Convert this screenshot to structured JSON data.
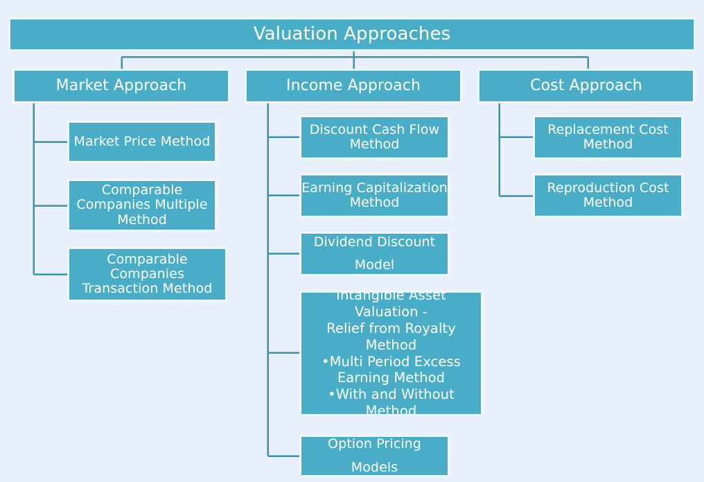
{
  "diagram": {
    "title": "Valuation Approaches",
    "colors": {
      "background": "#e8f0fb",
      "node_fill": "#4aadc8",
      "node_text": "#ffffff",
      "node_border": "#f2f7fd",
      "connector": "#3b92ab"
    },
    "root": {
      "label": "Valuation Approaches"
    },
    "branches": [
      {
        "label": "Market Approach",
        "children": [
          {
            "label": "Market Price Method"
          },
          {
            "label": "Comparable\nCompanies Multiple\nMethod"
          },
          {
            "label": "Comparable Companies\nTransaction Method"
          }
        ]
      },
      {
        "label": "Income Approach",
        "children": [
          {
            "label": "Discount Cash Flow\nMethod"
          },
          {
            "label": "Earning Capitalization\nMethod"
          },
          {
            "label": "Dividend Discount\nModel"
          },
          {
            "label": "Intangible Asset Valuation -\nRelief from Royalty Method\n•Multi Period Excess\nEarning Method\n•With and Without Method"
          },
          {
            "label": "Option Pricing\nModels"
          }
        ]
      },
      {
        "label": "Cost Approach",
        "children": [
          {
            "label": "Replacement Cost\nMethod"
          },
          {
            "label": "Reproduction Cost\nMethod"
          }
        ]
      }
    ]
  }
}
